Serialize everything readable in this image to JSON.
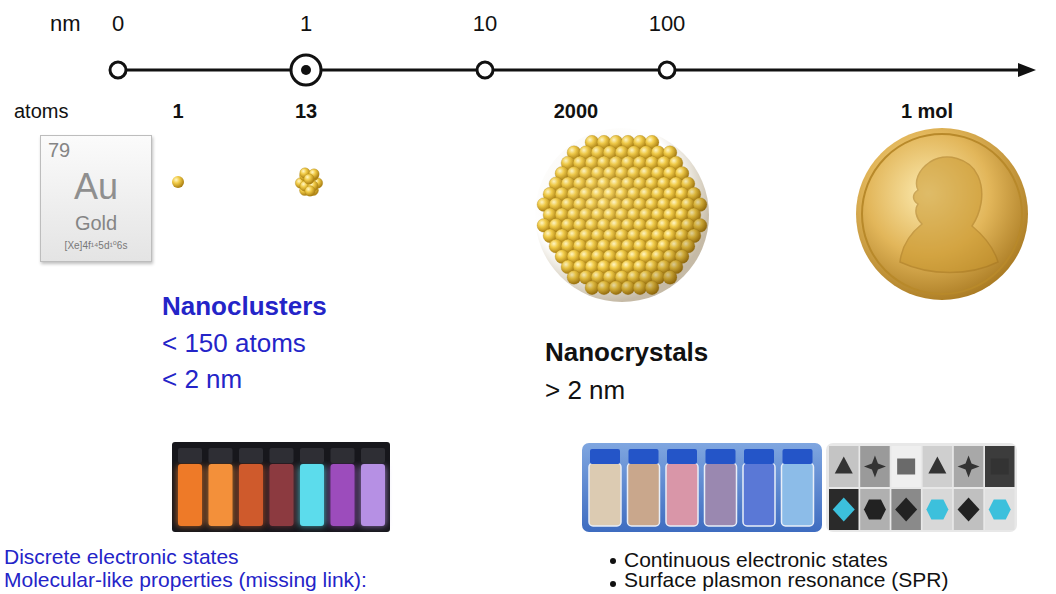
{
  "diagram": {
    "nodes": [
      {
        "text": [
          "79",
          "Au",
          "Gold",
          "[Xe]4f¹⁴5d¹⁰6s"
        ]
      }
    ],
    "labels": [
      "nm",
      "0",
      "1",
      "10",
      "100",
      "atoms",
      "1",
      "13",
      "2000",
      "1 mol",
      "Nanoclusters",
      "< 150 atoms",
      "< 2 nm",
      "Nanocrystals",
      "> 2 nm",
      "Discrete electronic states",
      "Molecular-like properties (missing link):",
      "Continuous electronic states",
      "Surface plasmon resonance (SPR)"
    ]
  }
}
